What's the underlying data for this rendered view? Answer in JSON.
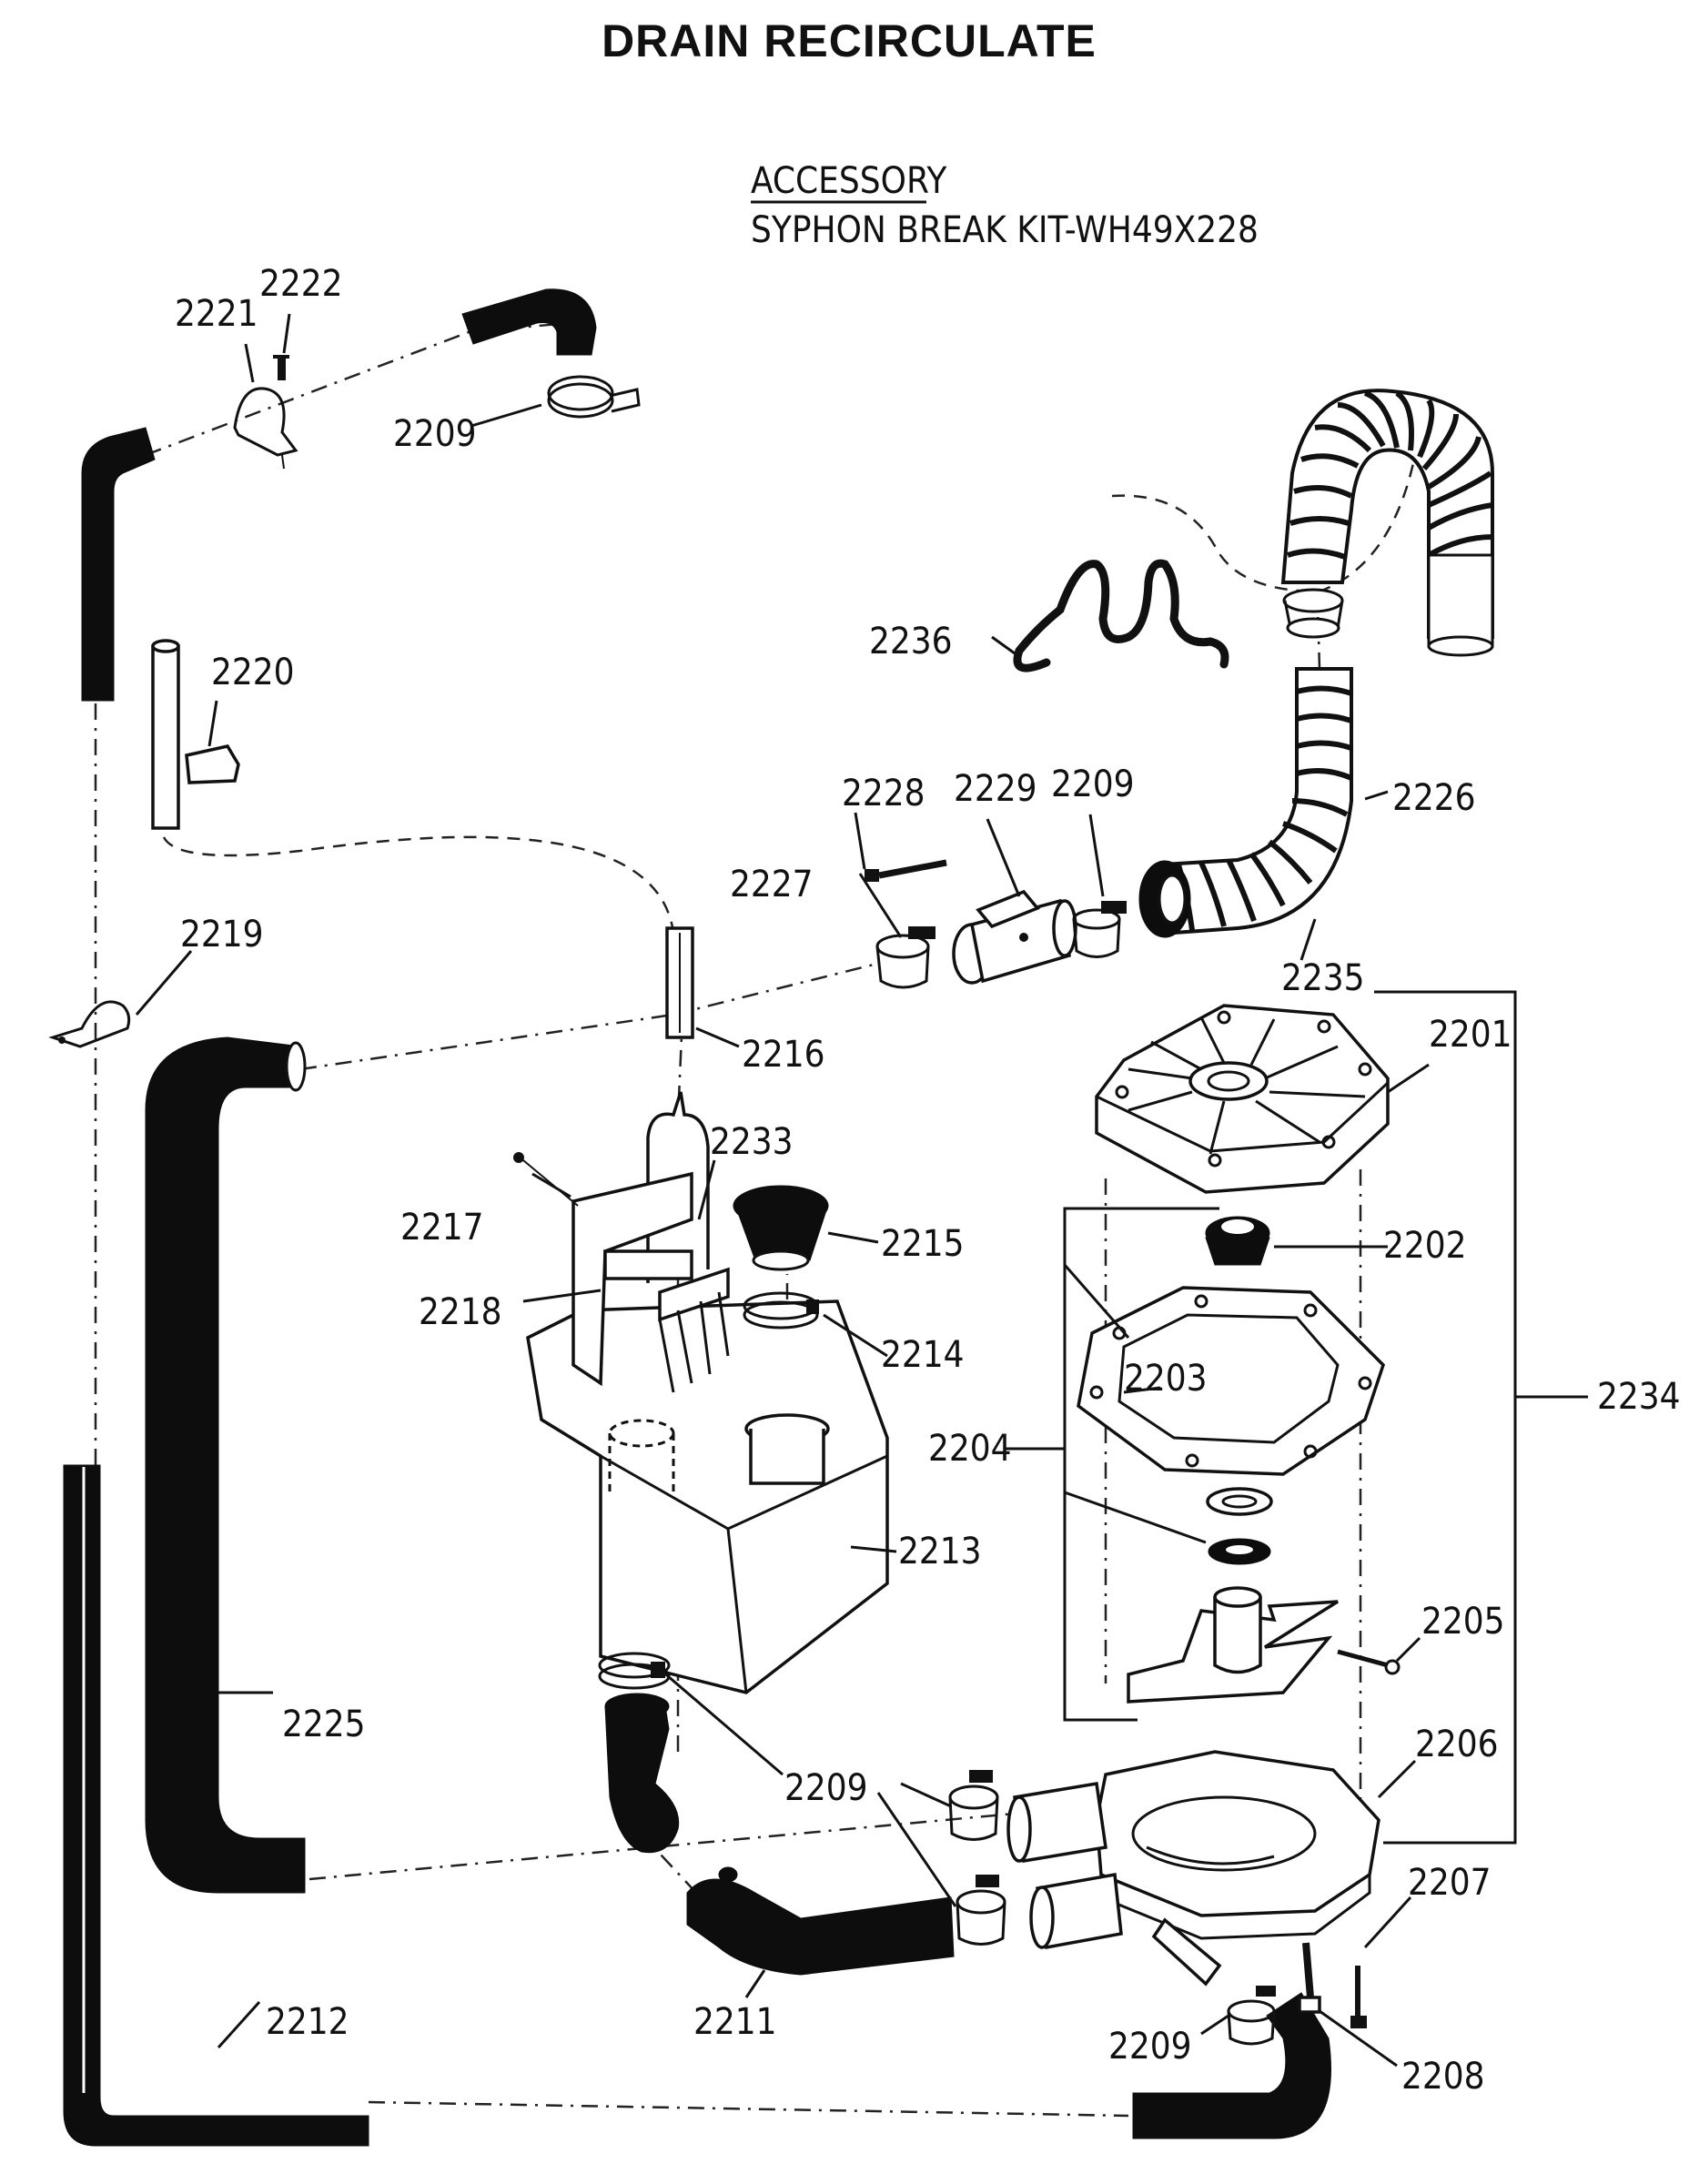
{
  "title": "DRAIN RECIRCULATE",
  "accessory": {
    "heading": "ACCESSORY",
    "kit": "SYPHON BREAK KIT-WH49X228"
  },
  "labels": {
    "p2201": "2201",
    "p2202": "2202",
    "p2203": "2203",
    "p2204": "2204",
    "p2205": "2205",
    "p2206": "2206",
    "p2207": "2207",
    "p2208": "2208",
    "p2209": "2209",
    "p2211": "2211",
    "p2212": "2212",
    "p2213": "2213",
    "p2214": "2214",
    "p2215": "2215",
    "p2216": "2216",
    "p2217": "2217",
    "p2218": "2218",
    "p2219": "2219",
    "p2220": "2220",
    "p2221": "2221",
    "p2222": "2222",
    "p2225": "2225",
    "p2226": "2226",
    "p2227": "2227",
    "p2228": "2228",
    "p2229": "2229",
    "p2233": "2233",
    "p2234": "2234",
    "p2235": "2235",
    "p2236": "2236"
  }
}
